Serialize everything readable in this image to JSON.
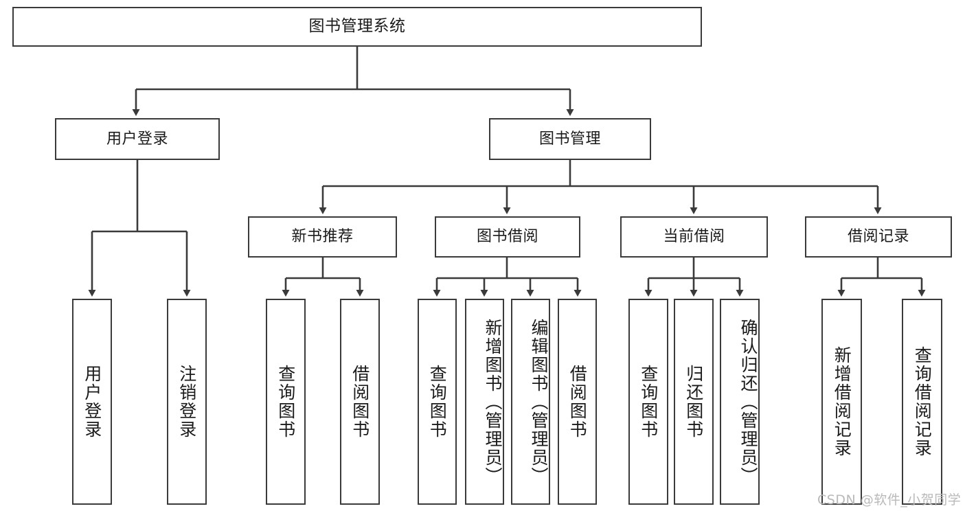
{
  "diagram": {
    "type": "tree",
    "title": "图书管理系统",
    "root": {
      "label": "图书管理系统"
    },
    "level2": [
      {
        "label": "用户登录"
      },
      {
        "label": "图书管理"
      }
    ],
    "level3": [
      {
        "label": "新书推荐"
      },
      {
        "label": "图书借阅"
      },
      {
        "label": "当前借阅"
      },
      {
        "label": "借阅记录"
      }
    ],
    "leaves": {
      "user_login": [
        {
          "label": "用户登录"
        },
        {
          "label": "注销登录"
        }
      ],
      "new_book": [
        {
          "label": "查询图书"
        },
        {
          "label": "借阅图书"
        }
      ],
      "book_borrow": [
        {
          "label": "查询图书"
        },
        {
          "label": "新增图书（管理员）"
        },
        {
          "label": "编辑图书（管理员）"
        },
        {
          "label": "借阅图书"
        }
      ],
      "current_borrow": [
        {
          "label": "查询图书"
        },
        {
          "label": "归还图书"
        },
        {
          "label": "确认归还（管理员）"
        }
      ],
      "borrow_record": [
        {
          "label": "新增借阅记录"
        },
        {
          "label": "查询借阅记录"
        }
      ]
    }
  },
  "colors": {
    "stroke": "#3a3a3a",
    "background": "#ffffff",
    "text": "#1a1a1a",
    "watermark": "#b9b9b9"
  },
  "watermark": {
    "text": "CSDN @软件_小贺同学"
  }
}
